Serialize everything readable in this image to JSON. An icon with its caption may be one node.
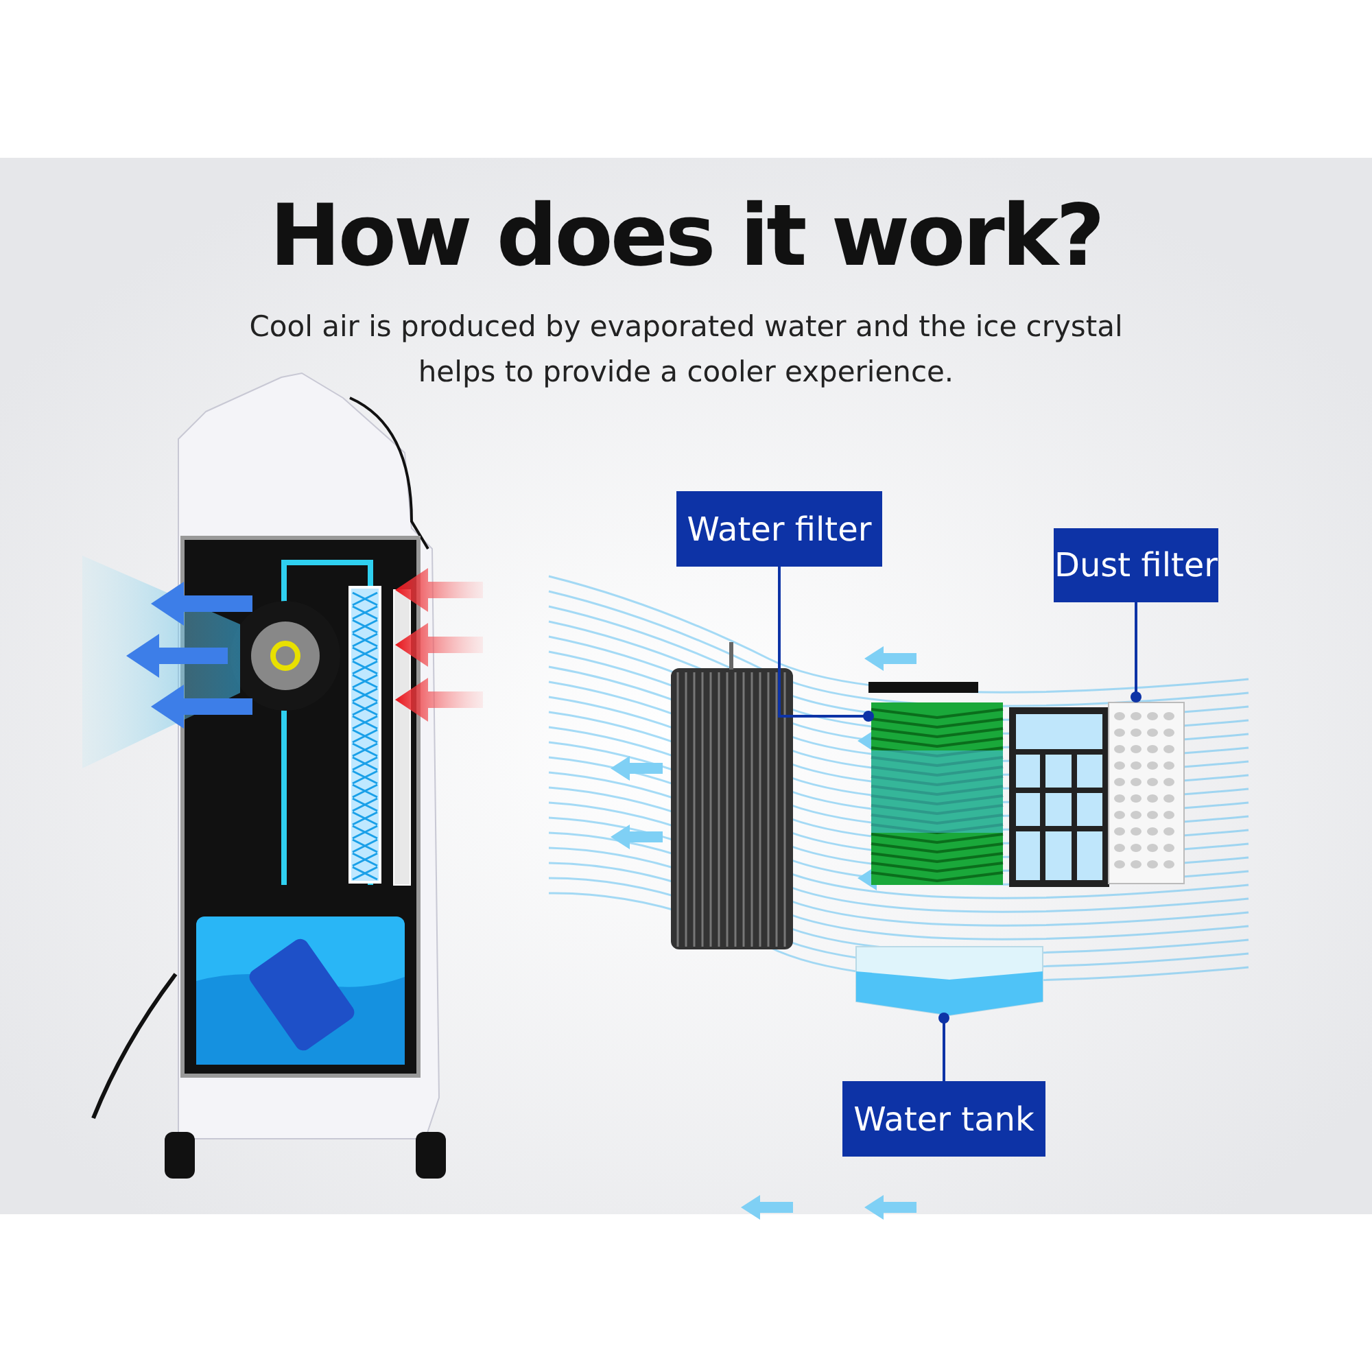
{
  "diagram": {
    "title": "How does it work?",
    "caption": "Cool air is produced by evaporated water and the ice crystal helps to provide a cooler experience.",
    "nodes": [
      {
        "text": [
          "Water filter"
        ]
      },
      {
        "text": [
          "Dust filter"
        ]
      },
      {
        "text": [
          "Water tank"
        ]
      },
      {
        "text": [],
        "shape": "picture"
      },
      {
        "text": [],
        "shape": "picture"
      },
      {
        "text": [],
        "shape": "picture"
      }
    ],
    "edges": [
      {
        "from": 0,
        "to": 3,
        "arrow": "other"
      },
      {
        "from": 1,
        "to": 4,
        "arrow": "other"
      },
      {
        "from": 2,
        "to": 5,
        "arrow": "other"
      }
    ]
  }
}
